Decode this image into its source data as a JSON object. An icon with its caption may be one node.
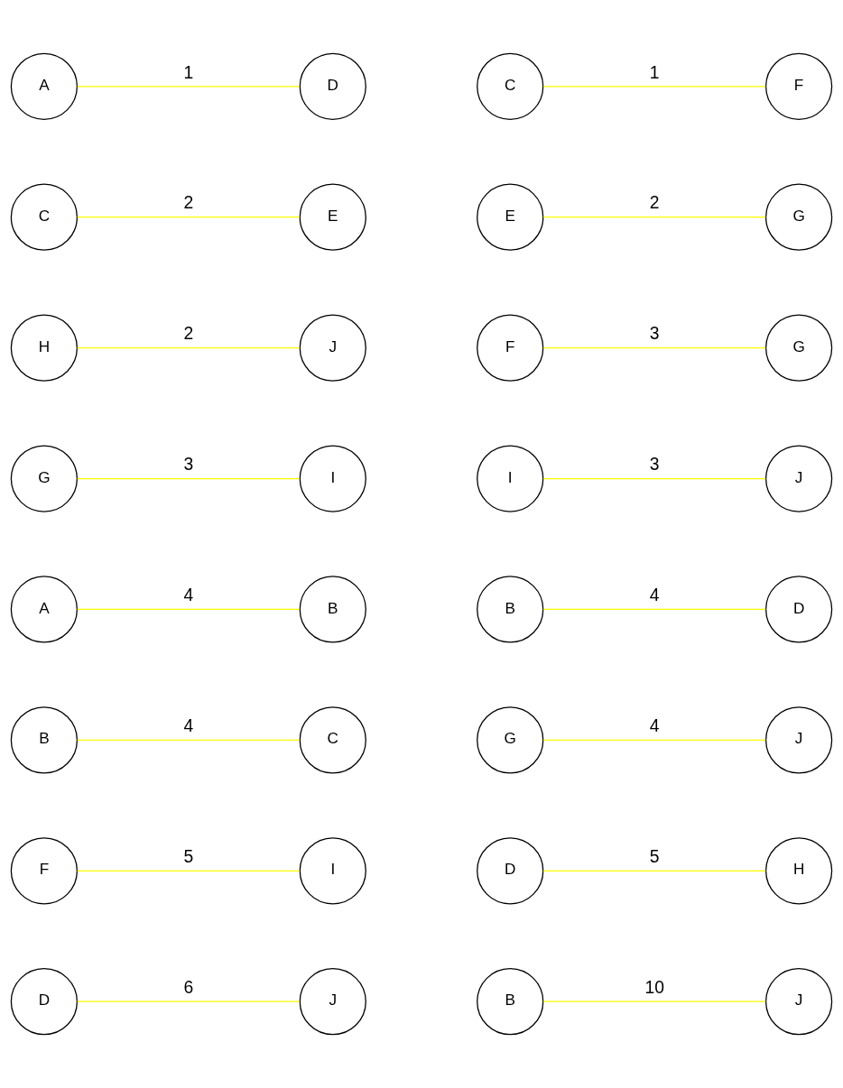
{
  "diagram": {
    "nodes": [
      {
        "text": [
          "A"
        ]
      },
      {
        "text": [
          "D"
        ]
      },
      {
        "text": [
          "C"
        ]
      },
      {
        "text": [
          "F"
        ]
      },
      {
        "text": [
          "C"
        ]
      },
      {
        "text": [
          "E"
        ]
      },
      {
        "text": [
          "E"
        ]
      },
      {
        "text": [
          "G"
        ]
      },
      {
        "text": [
          "H"
        ]
      },
      {
        "text": [
          "J"
        ]
      },
      {
        "text": [
          "F"
        ]
      },
      {
        "text": [
          "G"
        ]
      },
      {
        "text": [
          "G"
        ]
      },
      {
        "text": [
          "I"
        ]
      },
      {
        "text": [
          "I"
        ]
      },
      {
        "text": [
          "J"
        ]
      },
      {
        "text": [
          "A"
        ]
      },
      {
        "text": [
          "B"
        ]
      },
      {
        "text": [
          "B"
        ]
      },
      {
        "text": [
          "D"
        ]
      },
      {
        "text": [
          "B"
        ]
      },
      {
        "text": [
          "C"
        ]
      },
      {
        "text": [
          "G"
        ]
      },
      {
        "text": [
          "J"
        ]
      },
      {
        "text": [
          "F"
        ]
      },
      {
        "text": [
          "I"
        ]
      },
      {
        "text": [
          "D"
        ]
      },
      {
        "text": [
          "H"
        ]
      },
      {
        "text": [
          "D"
        ]
      },
      {
        "text": [
          "J"
        ]
      },
      {
        "text": [
          "B"
        ]
      },
      {
        "text": [
          "J"
        ]
      }
    ],
    "edges": [
      {
        "from": 0,
        "to": 1,
        "arrow": "none",
        "label": "1"
      },
      {
        "from": 2,
        "to": 3,
        "arrow": "none",
        "label": "1"
      },
      {
        "from": 4,
        "to": 5,
        "arrow": "none",
        "label": "2"
      },
      {
        "from": 6,
        "to": 7,
        "arrow": "none",
        "label": "2"
      },
      {
        "from": 8,
        "to": 9,
        "arrow": "none",
        "label": "2"
      },
      {
        "from": 10,
        "to": 11,
        "arrow": "none",
        "label": "3"
      },
      {
        "from": 12,
        "to": 13,
        "arrow": "none",
        "label": "3"
      },
      {
        "from": 14,
        "to": 15,
        "arrow": "none",
        "label": "3"
      },
      {
        "from": 16,
        "to": 17,
        "arrow": "none",
        "label": "4"
      },
      {
        "from": 18,
        "to": 19,
        "arrow": "none",
        "label": "4"
      },
      {
        "from": 20,
        "to": 21,
        "arrow": "none",
        "label": "4"
      },
      {
        "from": 22,
        "to": 23,
        "arrow": "none",
        "label": "4"
      },
      {
        "from": 24,
        "to": 25,
        "arrow": "none",
        "label": "5"
      },
      {
        "from": 26,
        "to": 27,
        "arrow": "none",
        "label": "5"
      },
      {
        "from": 28,
        "to": 29,
        "arrow": "none",
        "label": "6"
      },
      {
        "from": 30,
        "to": 31,
        "arrow": "none",
        "label": "10"
      }
    ]
  }
}
